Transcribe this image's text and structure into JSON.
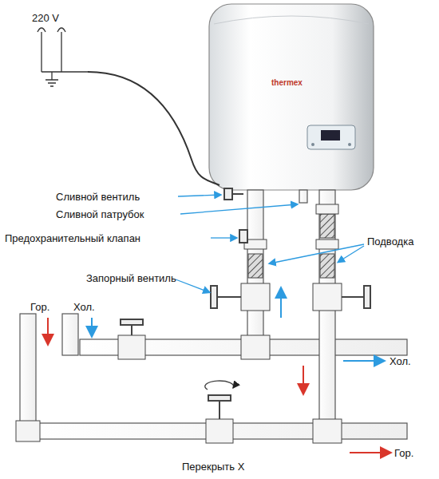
{
  "diagram": {
    "labels": [
      "220 V",
      "thermex",
      "Сливной вентиль",
      "Сливной патрубок",
      "Предохранительный клапан",
      "Подводка",
      "Запорный вентиль",
      "Гор.",
      "Хол.",
      "Хол.",
      "Гор.",
      "Перекрыть Х"
    ]
  }
}
